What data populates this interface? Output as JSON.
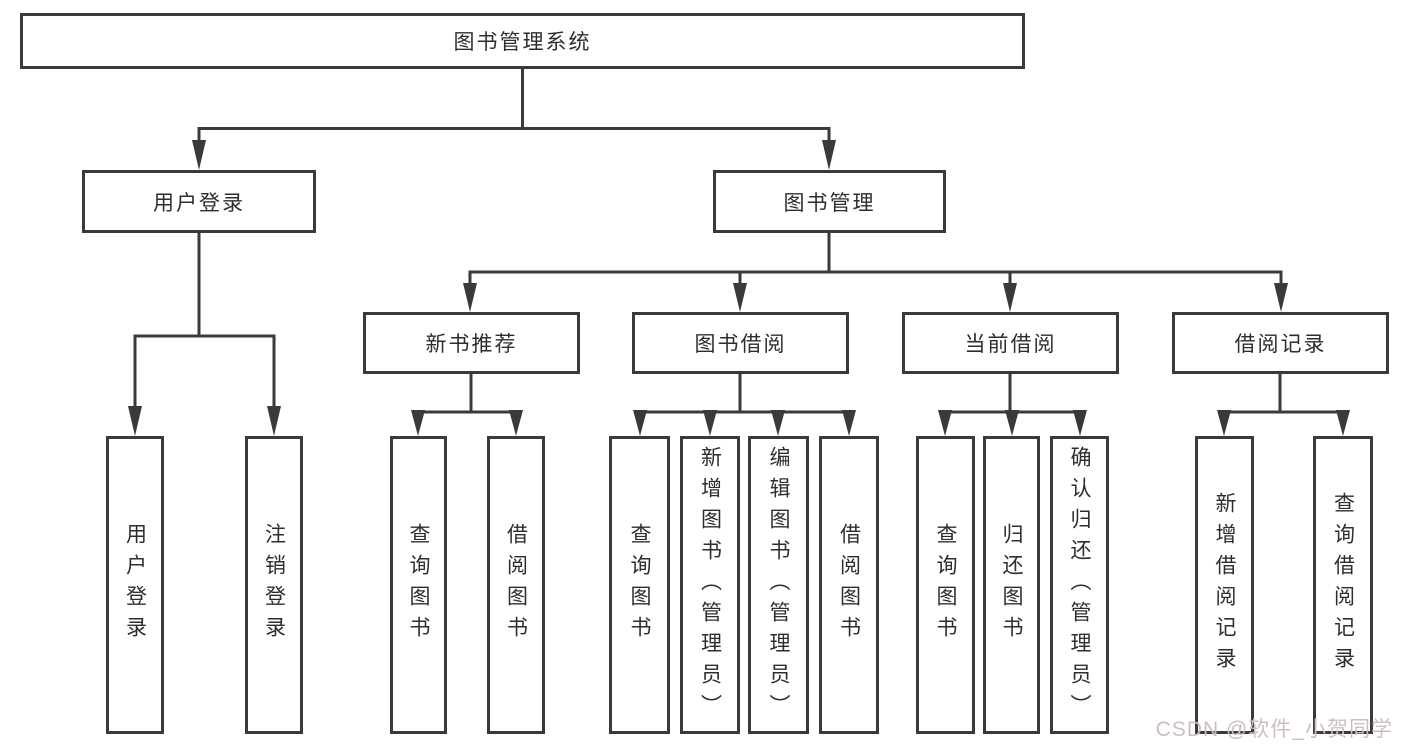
{
  "diagram": {
    "type": "hierarchy-tree",
    "colors": {
      "line": "#3a3a3a",
      "box_border": "#3a3a3a",
      "text": "#2e2e2e",
      "background": "#ffffff",
      "watermark": "#ccbfc1"
    },
    "watermark": "CSDN @软件_小贺同学",
    "nodes": {
      "root": {
        "label": "图书管理系统"
      },
      "branches": [
        {
          "label": "用户登录",
          "children": [
            {
              "label": "用户登录"
            },
            {
              "label": "注销登录"
            }
          ]
        },
        {
          "label": "图书管理",
          "children": [
            {
              "label": "新书推荐",
              "children": [
                {
                  "label": "查询图书"
                },
                {
                  "label": "借阅图书"
                }
              ]
            },
            {
              "label": "图书借阅",
              "children": [
                {
                  "label": "查询图书"
                },
                {
                  "label": "新增图书（管理员）"
                },
                {
                  "label": "编辑图书（管理员）"
                },
                {
                  "label": "借阅图书"
                }
              ]
            },
            {
              "label": "当前借阅",
              "children": [
                {
                  "label": "查询图书"
                },
                {
                  "label": "归还图书"
                },
                {
                  "label": "确认归还（管理员）"
                }
              ]
            },
            {
              "label": "借阅记录",
              "children": [
                {
                  "label": "新增借阅记录"
                },
                {
                  "label": "查询借阅记录"
                }
              ]
            }
          ]
        }
      ]
    }
  }
}
